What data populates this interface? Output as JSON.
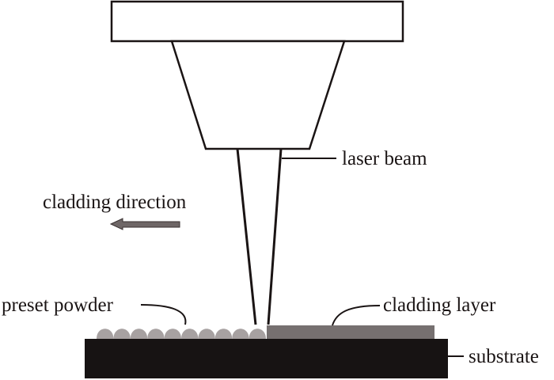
{
  "diagram": {
    "title": "Laser cladding with preset powder schematic",
    "labels": {
      "laser_beam": "laser beam",
      "cladding_direction": "cladding direction",
      "preset_powder": "preset powder",
      "cladding_layer": "cladding layer",
      "substrate": "substrate"
    },
    "colors": {
      "outline": "#1a1414",
      "powder": "#a7a1a1",
      "cladding_layer": "#767070",
      "substrate": "#171313",
      "arrow": "#6e6666"
    },
    "powder_bump_count": 10,
    "direction": "left"
  }
}
